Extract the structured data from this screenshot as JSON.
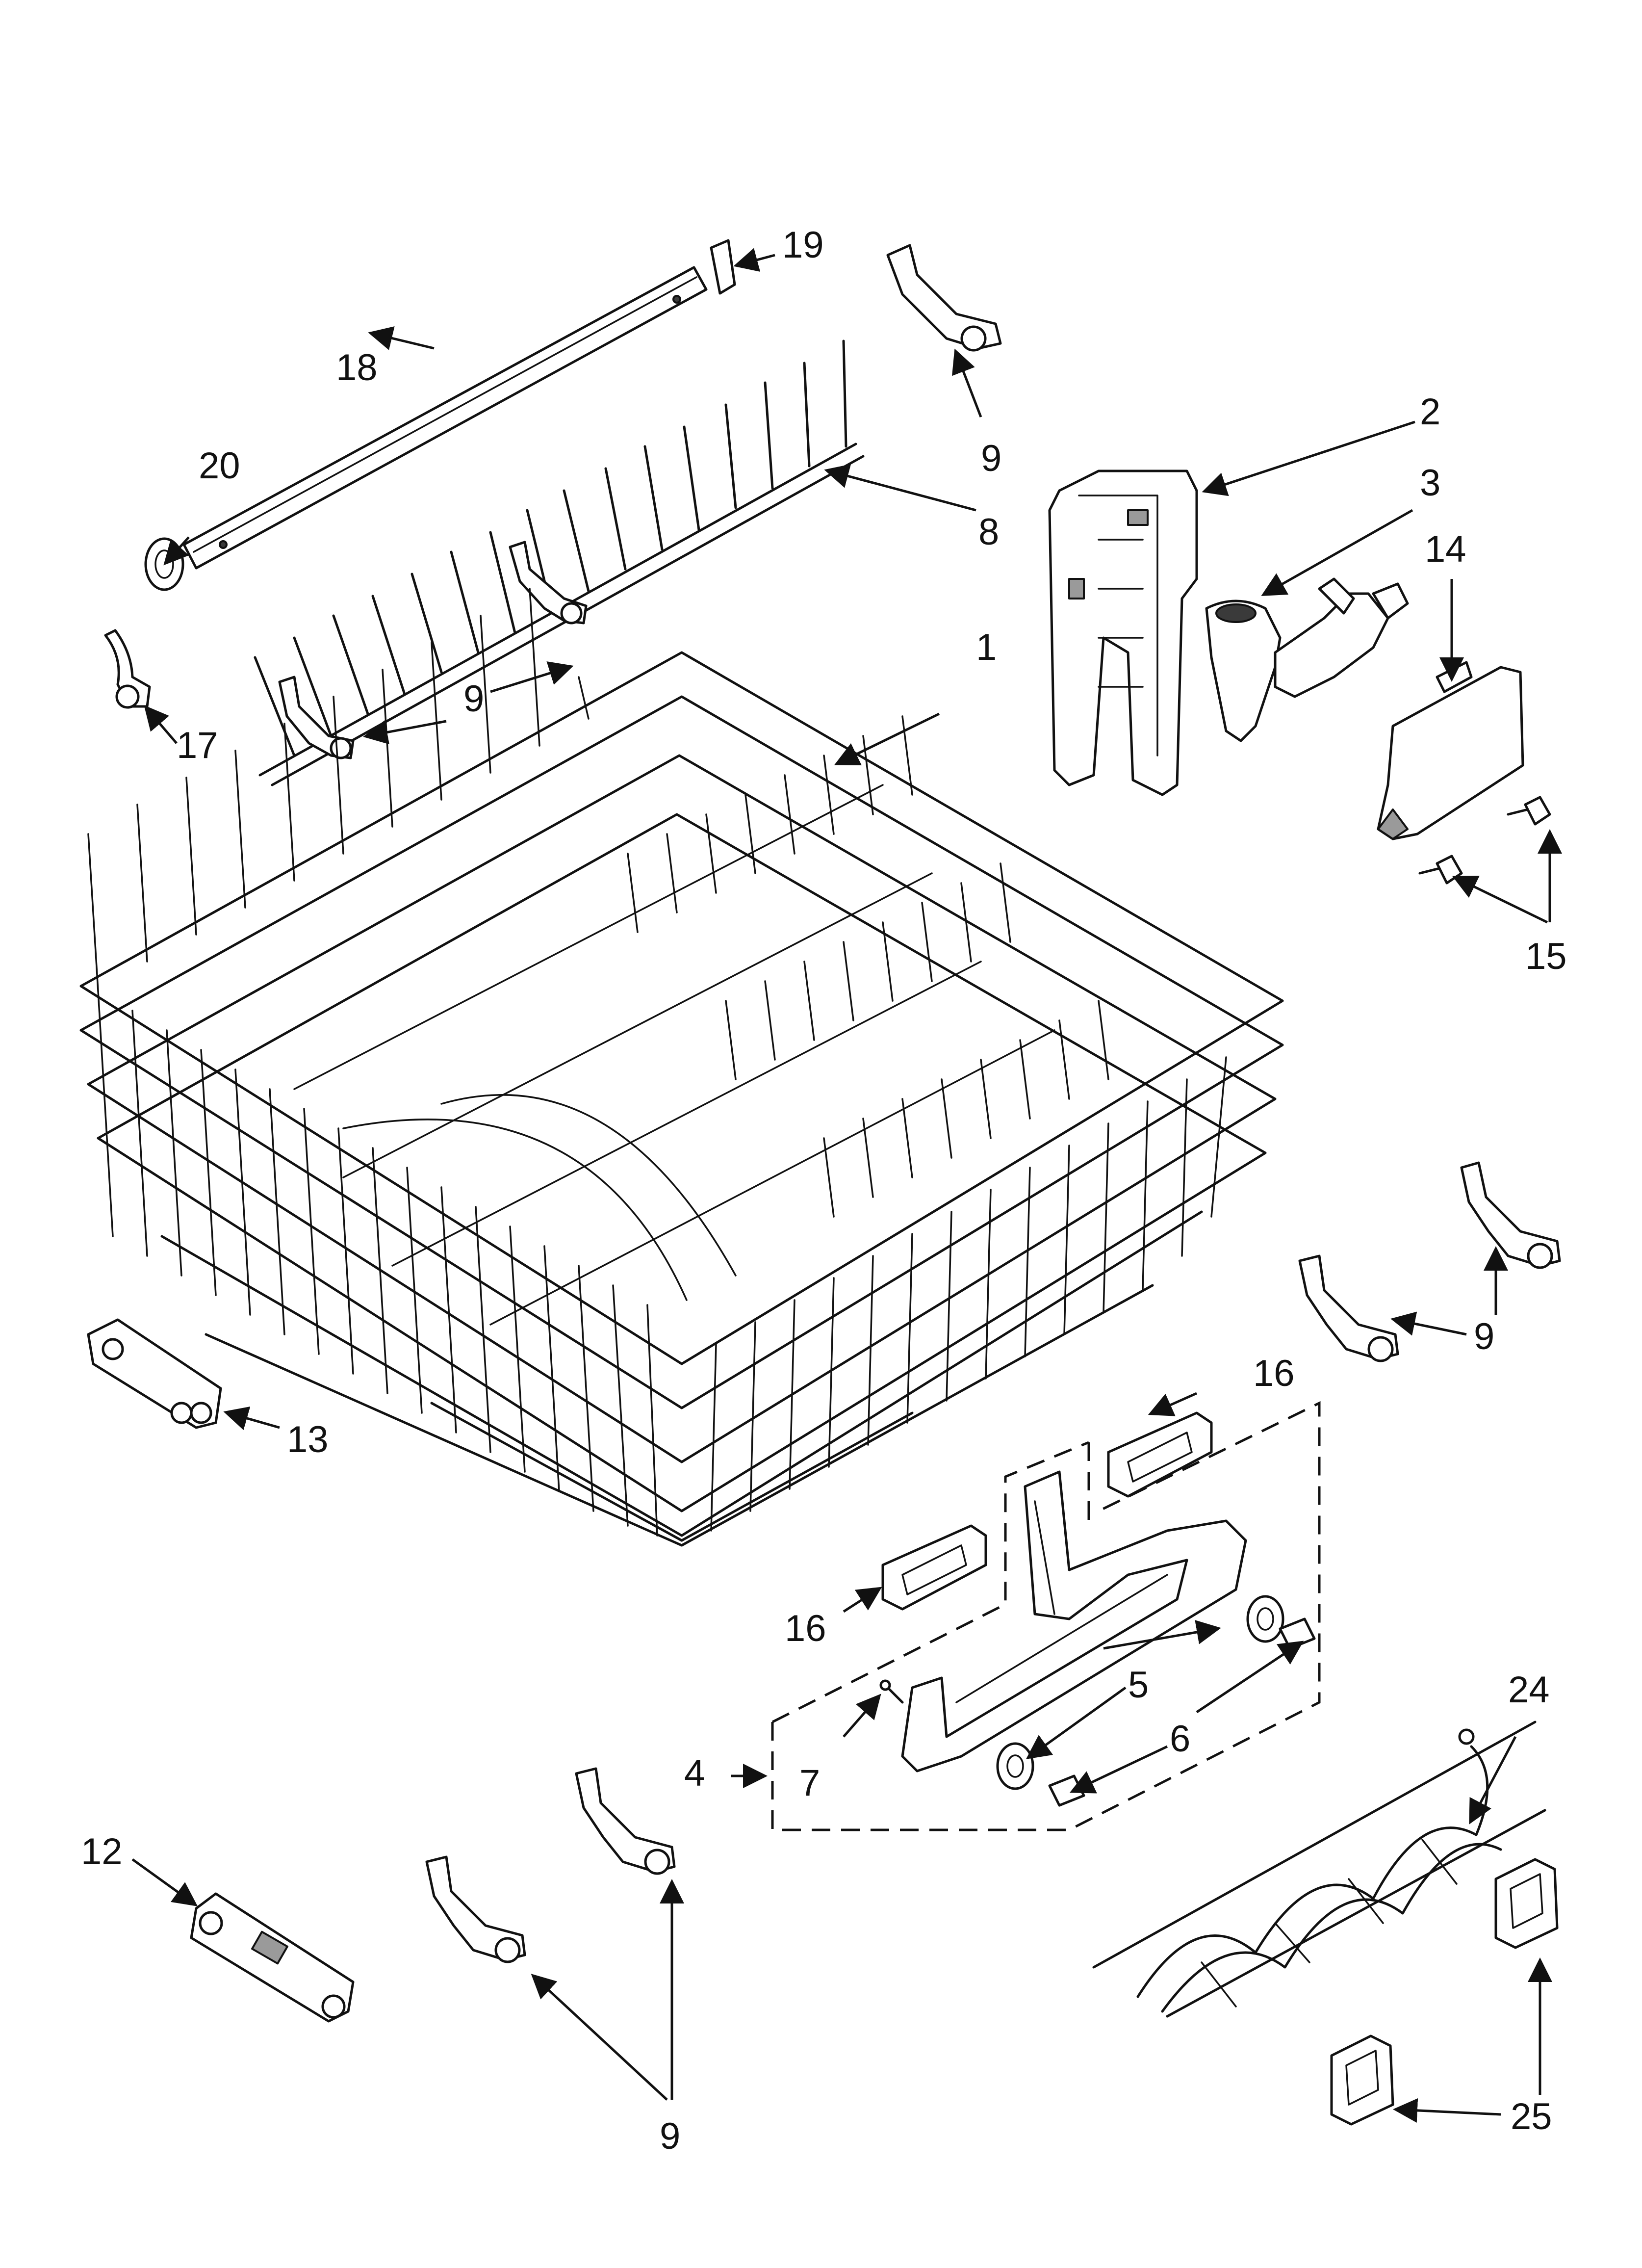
{
  "diagram": {
    "callouts": {
      "c1": "1",
      "c2": "2",
      "c3": "3",
      "c4": "4",
      "c5": "5",
      "c6": "6",
      "c7": "7",
      "c8": "8",
      "c9a": "9",
      "c9b": "9",
      "c9c": "9",
      "c9d": "9",
      "c12": "12",
      "c13": "13",
      "c14": "14",
      "c15": "15",
      "c16a": "16",
      "c16b": "16",
      "c17": "17",
      "c18": "18",
      "c19": "19",
      "c20": "20",
      "c24": "24",
      "c25": "25"
    },
    "colors": {
      "ink": "#111111",
      "paper": "#ffffff",
      "shade": "#9a9a9a"
    }
  }
}
